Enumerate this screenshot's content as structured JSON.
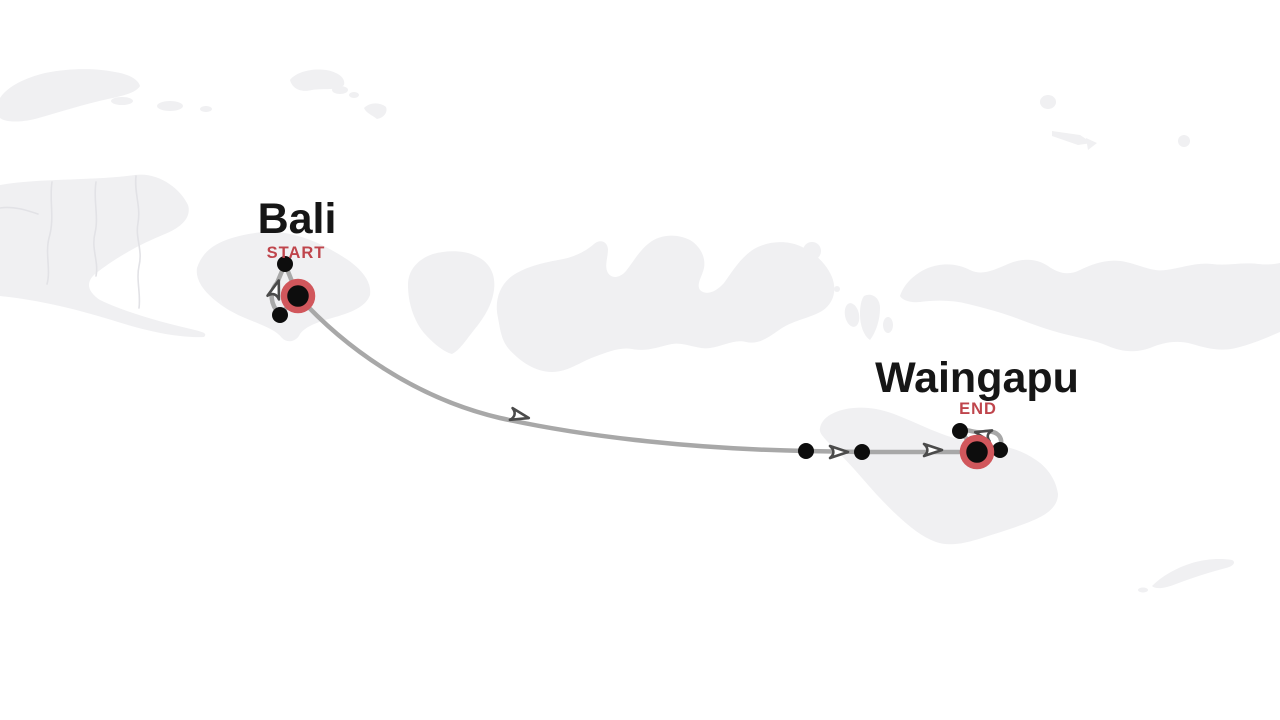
{
  "route": {
    "start": {
      "city": "Bali",
      "tag": "START"
    },
    "end": {
      "city": "Waingapu",
      "tag": "END"
    },
    "intermediate_stop_dots": 6,
    "direction_arrows": 5
  },
  "icons": {
    "route_arrow": "open-triangle-direction-arrow-icon",
    "stop_dot": "filled-black-circle-stop-icon",
    "terminal_marker": "black-circle-with-red-ring-marker-icon"
  },
  "colors": {
    "background": "#ffffff",
    "island_fill": "#f0f0f2",
    "island_border": "#e2e2e6",
    "route_line": "#a8a8a8",
    "arrow_outline": "#4b4b4b",
    "stop_dot": "#0d0d0d",
    "terminal_ring": "#d1575c",
    "city_label_text": "#161616",
    "tag_label_text": "#bf454c"
  }
}
